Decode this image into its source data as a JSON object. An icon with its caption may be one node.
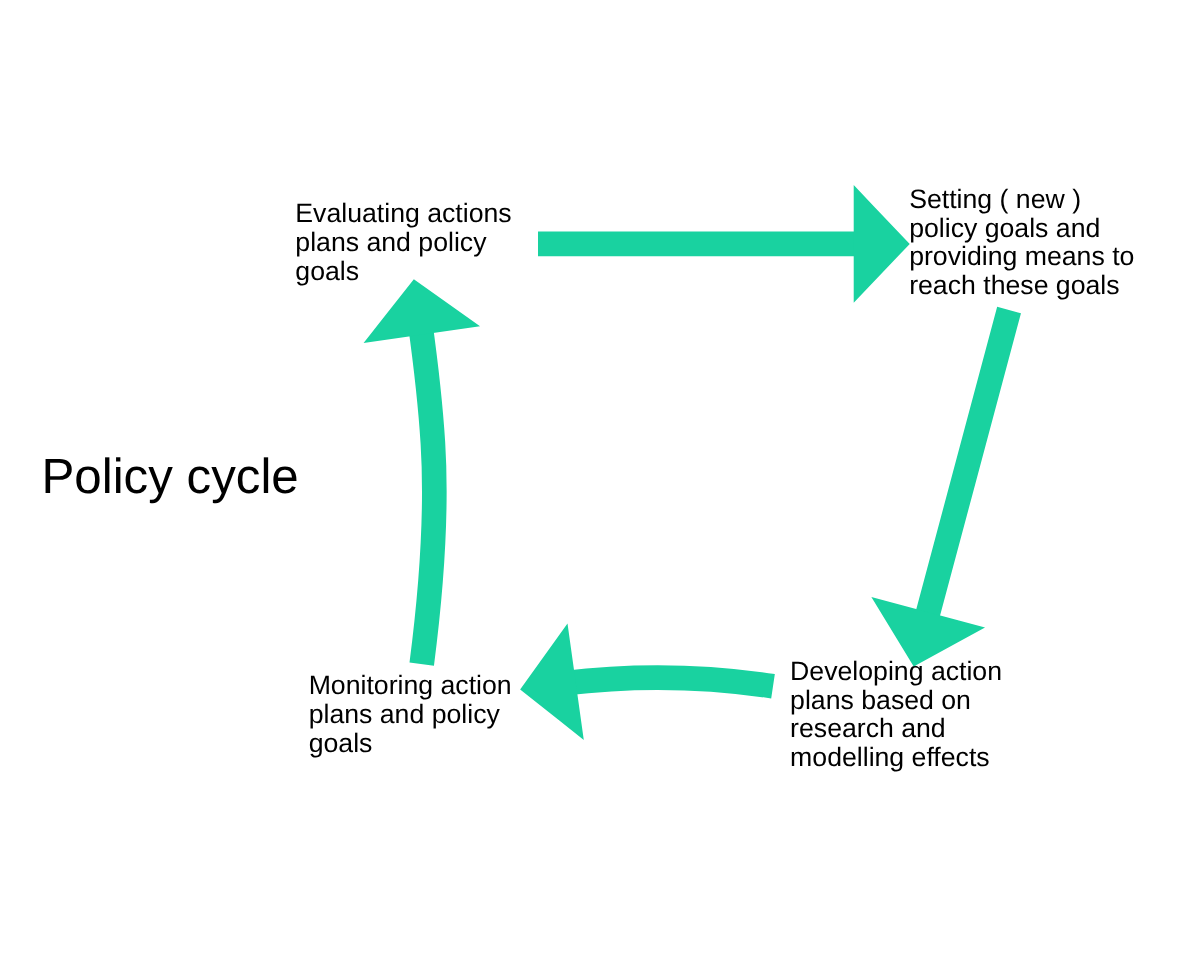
{
  "diagram": {
    "nodes": [
      {
        "text": [
          "Evaluating actions plans and policy goals"
        ]
      },
      {
        "text": [
          "Setting ( new ) policy goals and providing means to reach these goals"
        ]
      },
      {
        "text": [
          "Developing action plans based on research and modelling effects"
        ]
      },
      {
        "text": [
          "Monitoring action plans and policy goals"
        ]
      }
    ],
    "edges": [
      {
        "from": 0,
        "to": 1,
        "arrow": "to"
      },
      {
        "from": 1,
        "to": 2,
        "arrow": "to"
      },
      {
        "from": 2,
        "to": 3,
        "arrow": "to"
      },
      {
        "from": 3,
        "to": 0,
        "arrow": "to"
      }
    ],
    "labels": [
      "Policy cycle"
    ]
  }
}
